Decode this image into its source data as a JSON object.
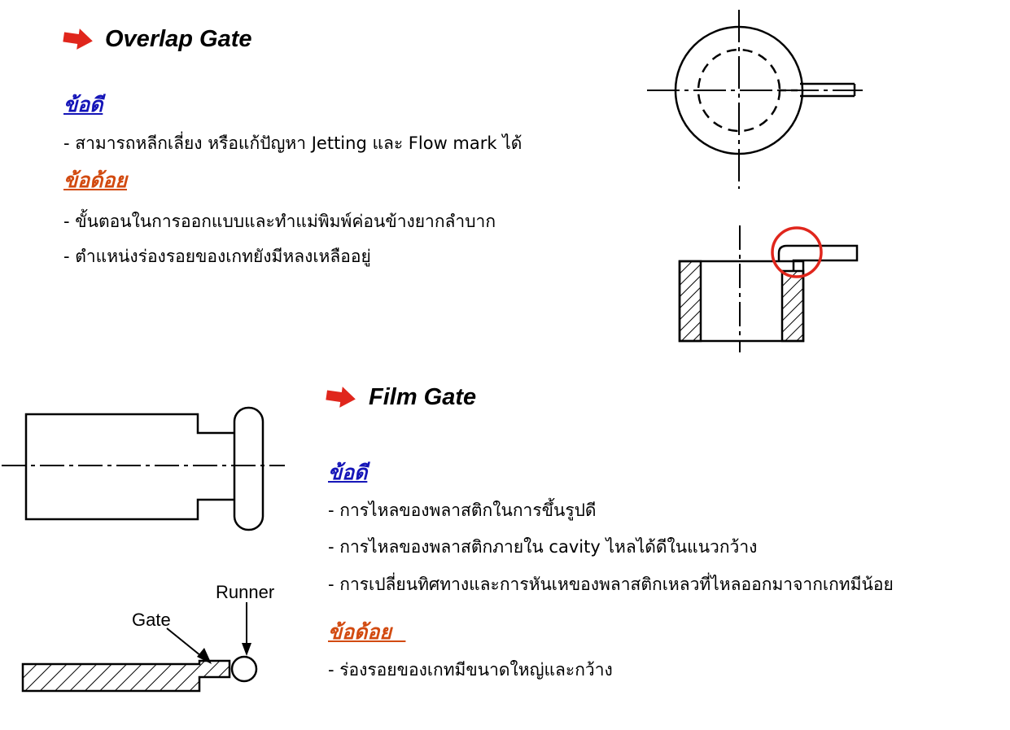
{
  "overlap": {
    "title": "Overlap Gate",
    "pros_heading": "ข้อดี",
    "pros": [
      "- สามารถหลีกเลี่ยง หรือแก้ปัญหา Jetting และ Flow mark ได้"
    ],
    "cons_heading": "ข้อด้อย",
    "cons": [
      "- ขั้นตอนในการออกแบบและทำแม่พิมพ์ค่อนข้างยากลำบาก",
      "- ตำแหน่งร่องรอยของเกทยังมีหลงเหลืออยู่"
    ]
  },
  "film": {
    "title": "Film Gate",
    "pros_heading": "ข้อดี",
    "pros": [
      "- การไหลของพลาสติกในการขึ้นรูปดี",
      "- การไหลของพลาสติกภายใน cavity ไหลได้ดีในแนวกว้าง",
      "- การเปลี่ยนทิศทางและการหันเหของพลาสติกเหลวที่ไหลออกมาจากเกทมีน้อย"
    ],
    "cons_heading": "ข้อด้อย  ",
    "cons": [
      "- ร่องรอยของเกทมีขนาดใหญ่และกว้าง"
    ],
    "diagram_labels": {
      "runner": "Runner",
      "gate": "Gate"
    }
  },
  "colors": {
    "arrow": "#e0261c",
    "pros_heading": "#1515b8",
    "cons_heading": "#d24a10",
    "highlight_circle": "#e0261c"
  },
  "icons": {
    "bullet_arrow": "right-arrow-icon"
  }
}
